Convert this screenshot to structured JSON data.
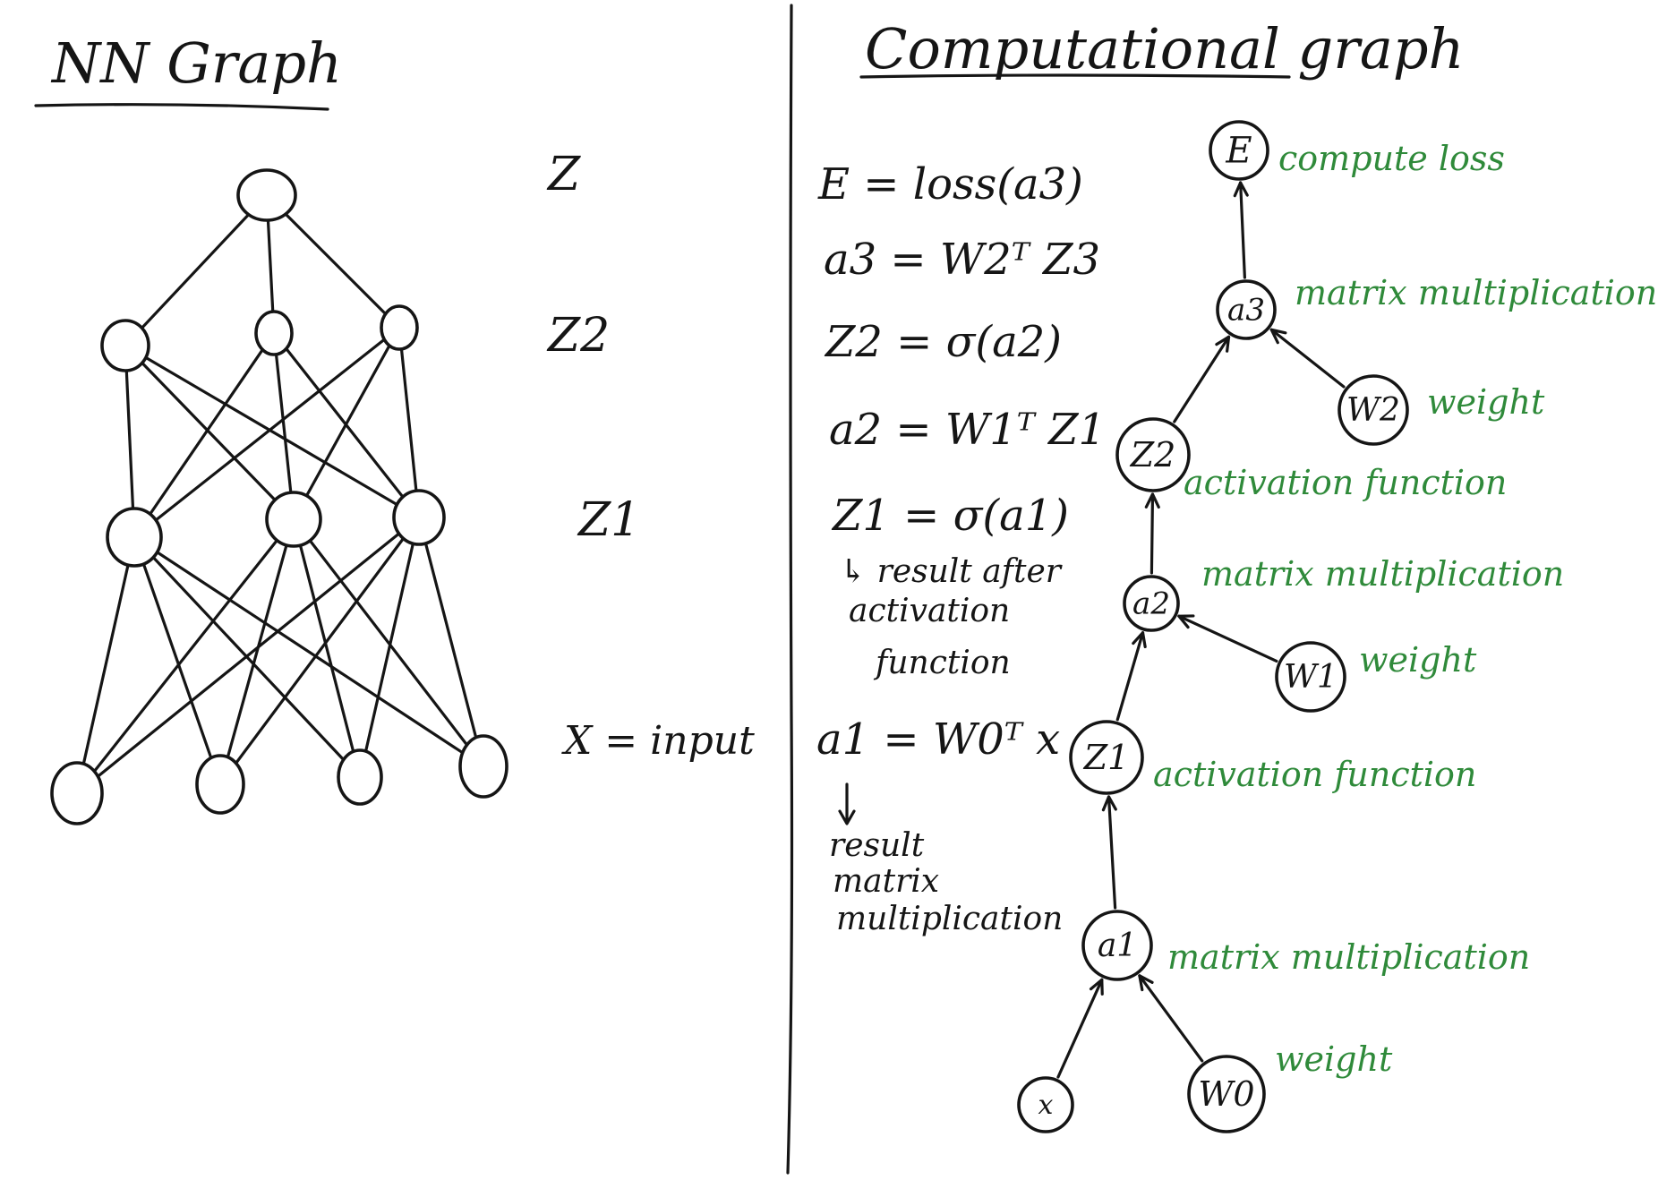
{
  "left_panel": {
    "title": "NN Graph",
    "layer_labels": [
      "Z",
      "Z2",
      "Z1",
      "X = input"
    ]
  },
  "right_panel": {
    "title": "Computational graph",
    "equations": [
      "E = loss(a3)",
      "a3 = W2ᵀ Z3",
      "Z2 = σ(a2)",
      "a2 = W1ᵀ Z1",
      "Z1 = σ(a1)",
      "a1 = W0ᵀ x"
    ],
    "notes": {
      "z1_note": [
        "↳ result after",
        "activation",
        "function"
      ],
      "a1_note": [
        "result",
        "matrix",
        "multiplication"
      ]
    },
    "nodes": {
      "E": "E",
      "a3": "a3",
      "W2": "W2",
      "Z2": "Z2",
      "a2": "a2",
      "W1": "W1",
      "Z1": "Z1",
      "a1": "a1",
      "x": "x",
      "W0": "W0"
    },
    "annotations": {
      "E": "compute loss",
      "a3": "matrix multiplication",
      "W2": "weight",
      "Z2": "activation function",
      "a2": "matrix multiplication",
      "W1": "weight",
      "Z1": "activation function",
      "a1": "matrix multiplication",
      "W0": "weight"
    }
  },
  "colors": {
    "ink": "#151515",
    "annotation_green": "#2f8a3a"
  }
}
